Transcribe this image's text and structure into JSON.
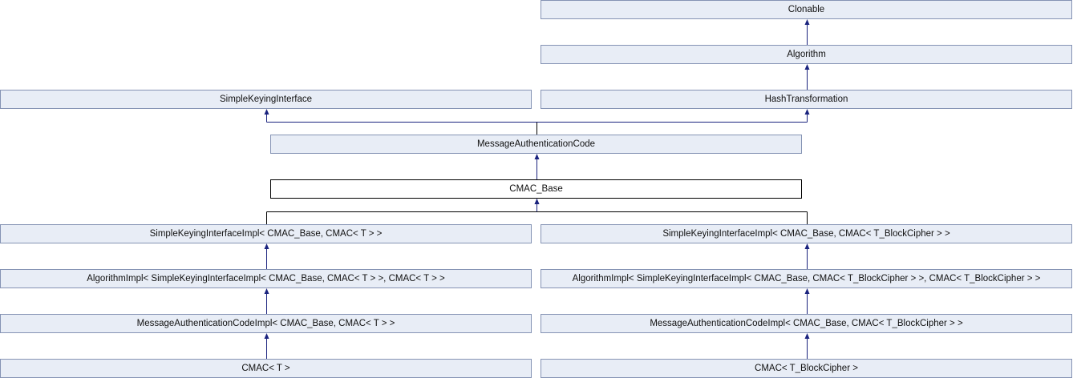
{
  "colors": {
    "node_fill": "#e8edf6",
    "node_border": "#8593b4",
    "current_fill": "#ffffff",
    "current_border": "#000000",
    "edge": "#1a237e",
    "edge_lead": "#000000"
  },
  "nodes": {
    "clonable": "Clonable",
    "algorithm": "Algorithm",
    "simple_keying_interface": "SimpleKeyingInterface",
    "hash_transformation": "HashTransformation",
    "message_authentication_code": "MessageAuthenticationCode",
    "cmac_base": "CMAC_Base",
    "ski_impl_t": "SimpleKeyingInterfaceImpl< CMAC_Base, CMAC< T > >",
    "ski_impl_bc": "SimpleKeyingInterfaceImpl< CMAC_Base, CMAC< T_BlockCipher > >",
    "alg_impl_t": "AlgorithmImpl< SimpleKeyingInterfaceImpl< CMAC_Base, CMAC< T > >, CMAC< T > >",
    "alg_impl_bc": "AlgorithmImpl< SimpleKeyingInterfaceImpl< CMAC_Base, CMAC< T_BlockCipher > >, CMAC< T_BlockCipher > >",
    "mac_impl_t": "MessageAuthenticationCodeImpl< CMAC_Base, CMAC< T > >",
    "mac_impl_bc": "MessageAuthenticationCodeImpl< CMAC_Base, CMAC< T_BlockCipher > >",
    "cmac_t": "CMAC< T >",
    "cmac_bc": "CMAC< T_BlockCipher >"
  },
  "edges": [
    {
      "from": "algorithm",
      "to": "clonable"
    },
    {
      "from": "hash_transformation",
      "to": "algorithm"
    },
    {
      "from": "message_authentication_code",
      "to": "simple_keying_interface"
    },
    {
      "from": "message_authentication_code",
      "to": "hash_transformation"
    },
    {
      "from": "cmac_base",
      "to": "message_authentication_code"
    },
    {
      "from": "ski_impl_t",
      "to": "cmac_base"
    },
    {
      "from": "ski_impl_bc",
      "to": "cmac_base"
    },
    {
      "from": "alg_impl_t",
      "to": "ski_impl_t"
    },
    {
      "from": "alg_impl_bc",
      "to": "ski_impl_bc"
    },
    {
      "from": "mac_impl_t",
      "to": "alg_impl_t"
    },
    {
      "from": "mac_impl_bc",
      "to": "alg_impl_bc"
    },
    {
      "from": "cmac_t",
      "to": "mac_impl_t"
    },
    {
      "from": "cmac_bc",
      "to": "mac_impl_bc"
    }
  ]
}
